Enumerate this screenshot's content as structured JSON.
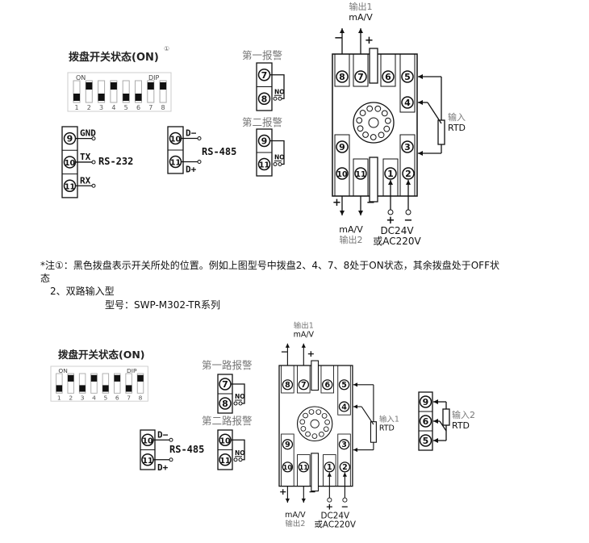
{
  "section1": {
    "dip_title": "拨盘开关状态(ON)",
    "note_mark": "①",
    "dip": {
      "on_label": "ON",
      "dip_label": "DIP",
      "switches": [
        {
          "n": "1",
          "on": false
        },
        {
          "n": "2",
          "on": true
        },
        {
          "n": "3",
          "on": false
        },
        {
          "n": "4",
          "on": true
        },
        {
          "n": "5",
          "on": false
        },
        {
          "n": "6",
          "on": false
        },
        {
          "n": "7",
          "on": true
        },
        {
          "n": "8",
          "on": true
        }
      ]
    },
    "rs232": {
      "terminals": [
        "9",
        "10",
        "11"
      ],
      "signals": [
        "GND",
        "TX",
        "RX"
      ],
      "label": "RS-232"
    },
    "rs485": {
      "terminals": [
        "10",
        "11"
      ],
      "signals": [
        "D−",
        "D+"
      ],
      "label": "RS-485"
    },
    "alarm1": {
      "title": "第一报警",
      "terminals": [
        "7",
        "8"
      ],
      "contact": "NO"
    },
    "alarm2": {
      "title": "第二报警",
      "terminals": [
        "9",
        "11"
      ],
      "contact": "NO"
    },
    "socket": {
      "top": [
        "8",
        "7",
        "6",
        "5"
      ],
      "t4": "4",
      "t9": "9",
      "t3": "3",
      "bottom": [
        "10",
        "11",
        "1",
        "2"
      ],
      "output1": "输出1",
      "output1_unit": "mA/V",
      "output2": "输出2",
      "output2_unit": "mA/V",
      "plus": "+",
      "minus": "−",
      "input": "输入",
      "rtd": "RTD",
      "power1": "DC24V",
      "power2": "或AC220V"
    }
  },
  "notes": {
    "line1": "*注①：黑色拨盘表示开关所处的位置。例如上图型号中拨盘2、4、7、8处于ON状态，其余拨盘处于OFF状",
    "line2": "态",
    "heading": "2、双路输入型",
    "model": "型号：SWP-M302-TR系列"
  },
  "section2": {
    "dip_title": "拨盘开关状态(ON)",
    "dip": {
      "on_label": "ON",
      "dip_label": "DIP",
      "switches": [
        {
          "n": "1",
          "on": false
        },
        {
          "n": "2",
          "on": true
        },
        {
          "n": "3",
          "on": false
        },
        {
          "n": "4",
          "on": true
        },
        {
          "n": "5",
          "on": false
        },
        {
          "n": "6",
          "on": true
        },
        {
          "n": "7",
          "on": false
        },
        {
          "n": "8",
          "on": true
        }
      ]
    },
    "rs485": {
      "terminals": [
        "10",
        "11"
      ],
      "signals": [
        "D−",
        "D+"
      ],
      "label": "RS-485"
    },
    "alarm1": {
      "title": "第一路报警",
      "terminals": [
        "7",
        "8"
      ],
      "contact": "NO"
    },
    "alarm2": {
      "title": "第二路报警",
      "terminals": [
        "10",
        "11"
      ],
      "contact": "NO"
    },
    "socket": {
      "top": [
        "8",
        "7",
        "6",
        "5"
      ],
      "t4": "4",
      "t9": "9",
      "t3": "3",
      "bottom": [
        "10",
        "11",
        "1",
        "2"
      ],
      "output1": "输出1",
      "output1_unit": "mA/V",
      "output2": "输出2",
      "output2_unit": "mA/V",
      "plus": "+",
      "minus": "−",
      "input": "输入1",
      "rtd": "RTD",
      "power1": "DC24V",
      "power2": "或AC220V"
    },
    "input2": {
      "terminals": [
        "9",
        "6",
        "5"
      ],
      "label": "输入2",
      "rtd": "RTD"
    }
  }
}
